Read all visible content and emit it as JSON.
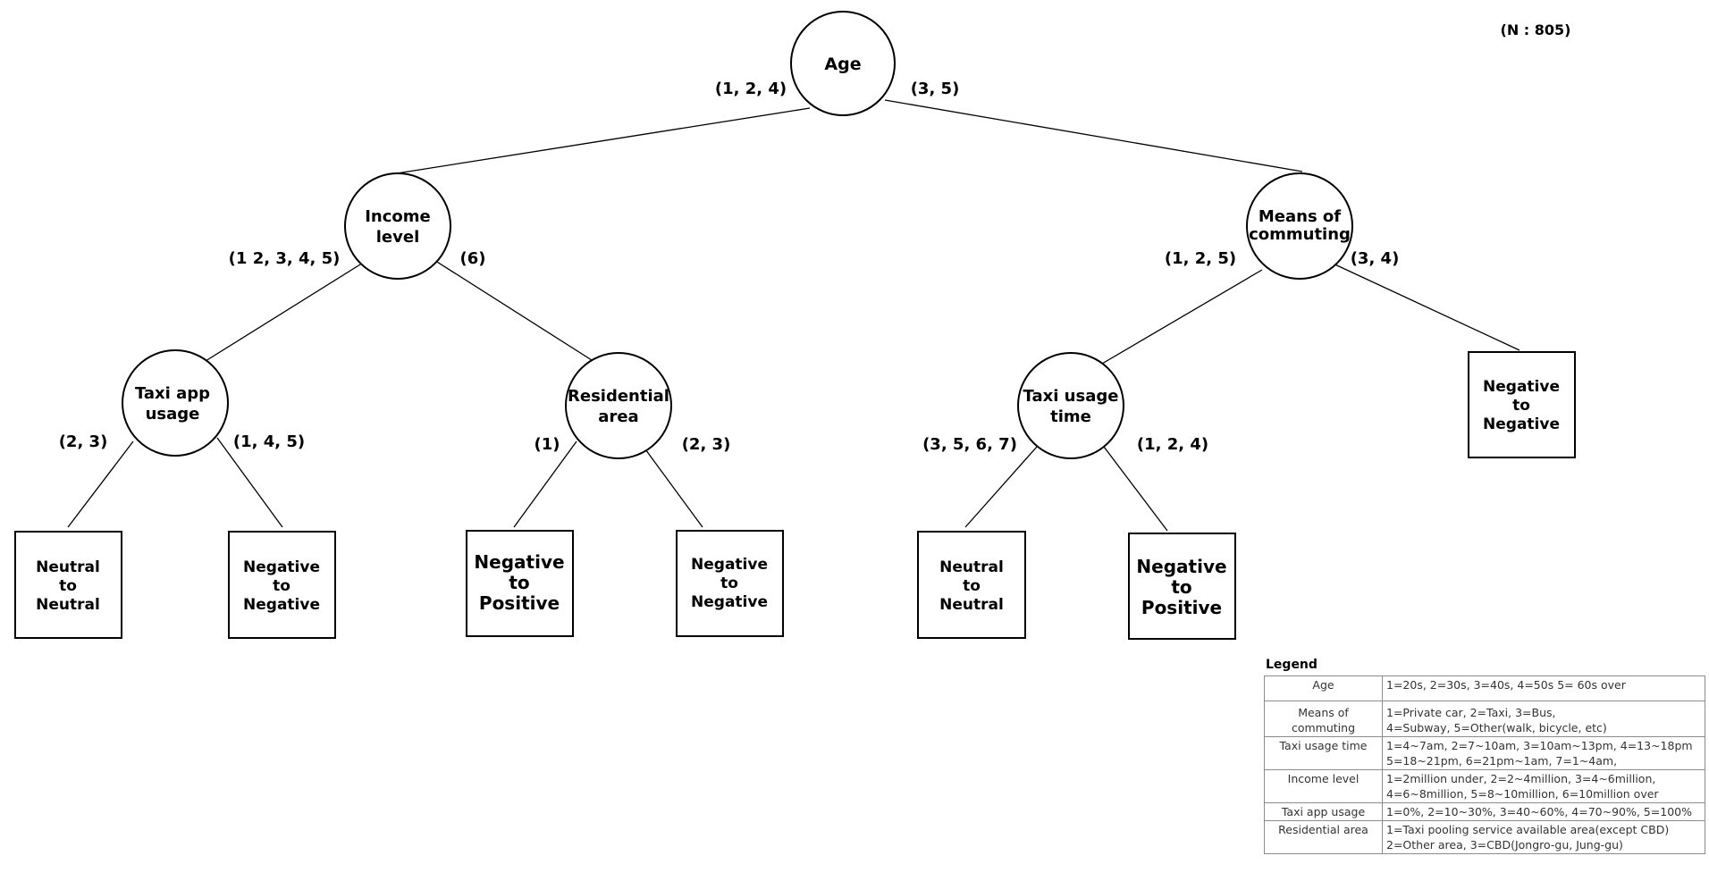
{
  "sample_size": "(N : 805)",
  "nodes": {
    "age": [
      "Age"
    ],
    "income": [
      "Income",
      "level"
    ],
    "commute": [
      "Means of",
      "commuting"
    ],
    "taxiapp": [
      "Taxi app",
      "usage"
    ],
    "residential": [
      "Residential",
      "area"
    ],
    "taxitime": [
      "Taxi usage",
      "time"
    ]
  },
  "edges": {
    "age_left": "(1, 2, 4)",
    "age_right": "(3, 5)",
    "income_left": "(1 2, 3, 4, 5)",
    "income_right": "(6)",
    "commute_left": "(1, 2, 5)",
    "commute_right": "(3, 4)",
    "taxiapp_left": "(2, 3)",
    "taxiapp_right": "(1, 4, 5)",
    "residential_left": "(1)",
    "residential_right": "(2, 3)",
    "taxitime_left": "(3, 5, 6, 7)",
    "taxitime_right": "(1, 2, 4)"
  },
  "leaves": {
    "l1": [
      "Neutral",
      "to",
      "Neutral"
    ],
    "l2": [
      "Negative",
      "to",
      "Negative"
    ],
    "l3": [
      "Negative",
      "to",
      "Positive"
    ],
    "l4": [
      "Negative",
      "to",
      "Negative"
    ],
    "l5": [
      "Neutral",
      "to",
      "Neutral"
    ],
    "l6": [
      "Negative",
      "to",
      "Positive"
    ],
    "l7": [
      "Negative",
      "to",
      "Negative"
    ]
  },
  "legend": {
    "title": "Legend",
    "rows": [
      {
        "key": "Age",
        "value": "1=20s, 2=30s, 3=40s, 4=50s 5= 60s over"
      },
      {
        "key": "Means of commuting",
        "value": "1=Private car, 2=Taxi, 3=Bus,\n4=Subway, 5=Other(walk, bicycle, etc)"
      },
      {
        "key": "Taxi usage time",
        "value": "1=4~7am, 2=7~10am, 3=10am~13pm, 4=13~18pm\n5=18~21pm, 6=21pm~1am, 7=1~4am,"
      },
      {
        "key": "Income level",
        "value": "1=2million under, 2=2~4million, 3=4~6million,\n4=6~8million, 5=8~10million, 6=10million over"
      },
      {
        "key": "Taxi app usage",
        "value": "1=0%, 2=10~30%, 3=40~60%, 4=70~90%, 5=100%"
      },
      {
        "key": "Residential area",
        "value": "1=Taxi pooling service available area(except CBD)\n2=Other area, 3=CBD(Jongro-gu, Jung-gu)"
      }
    ]
  }
}
